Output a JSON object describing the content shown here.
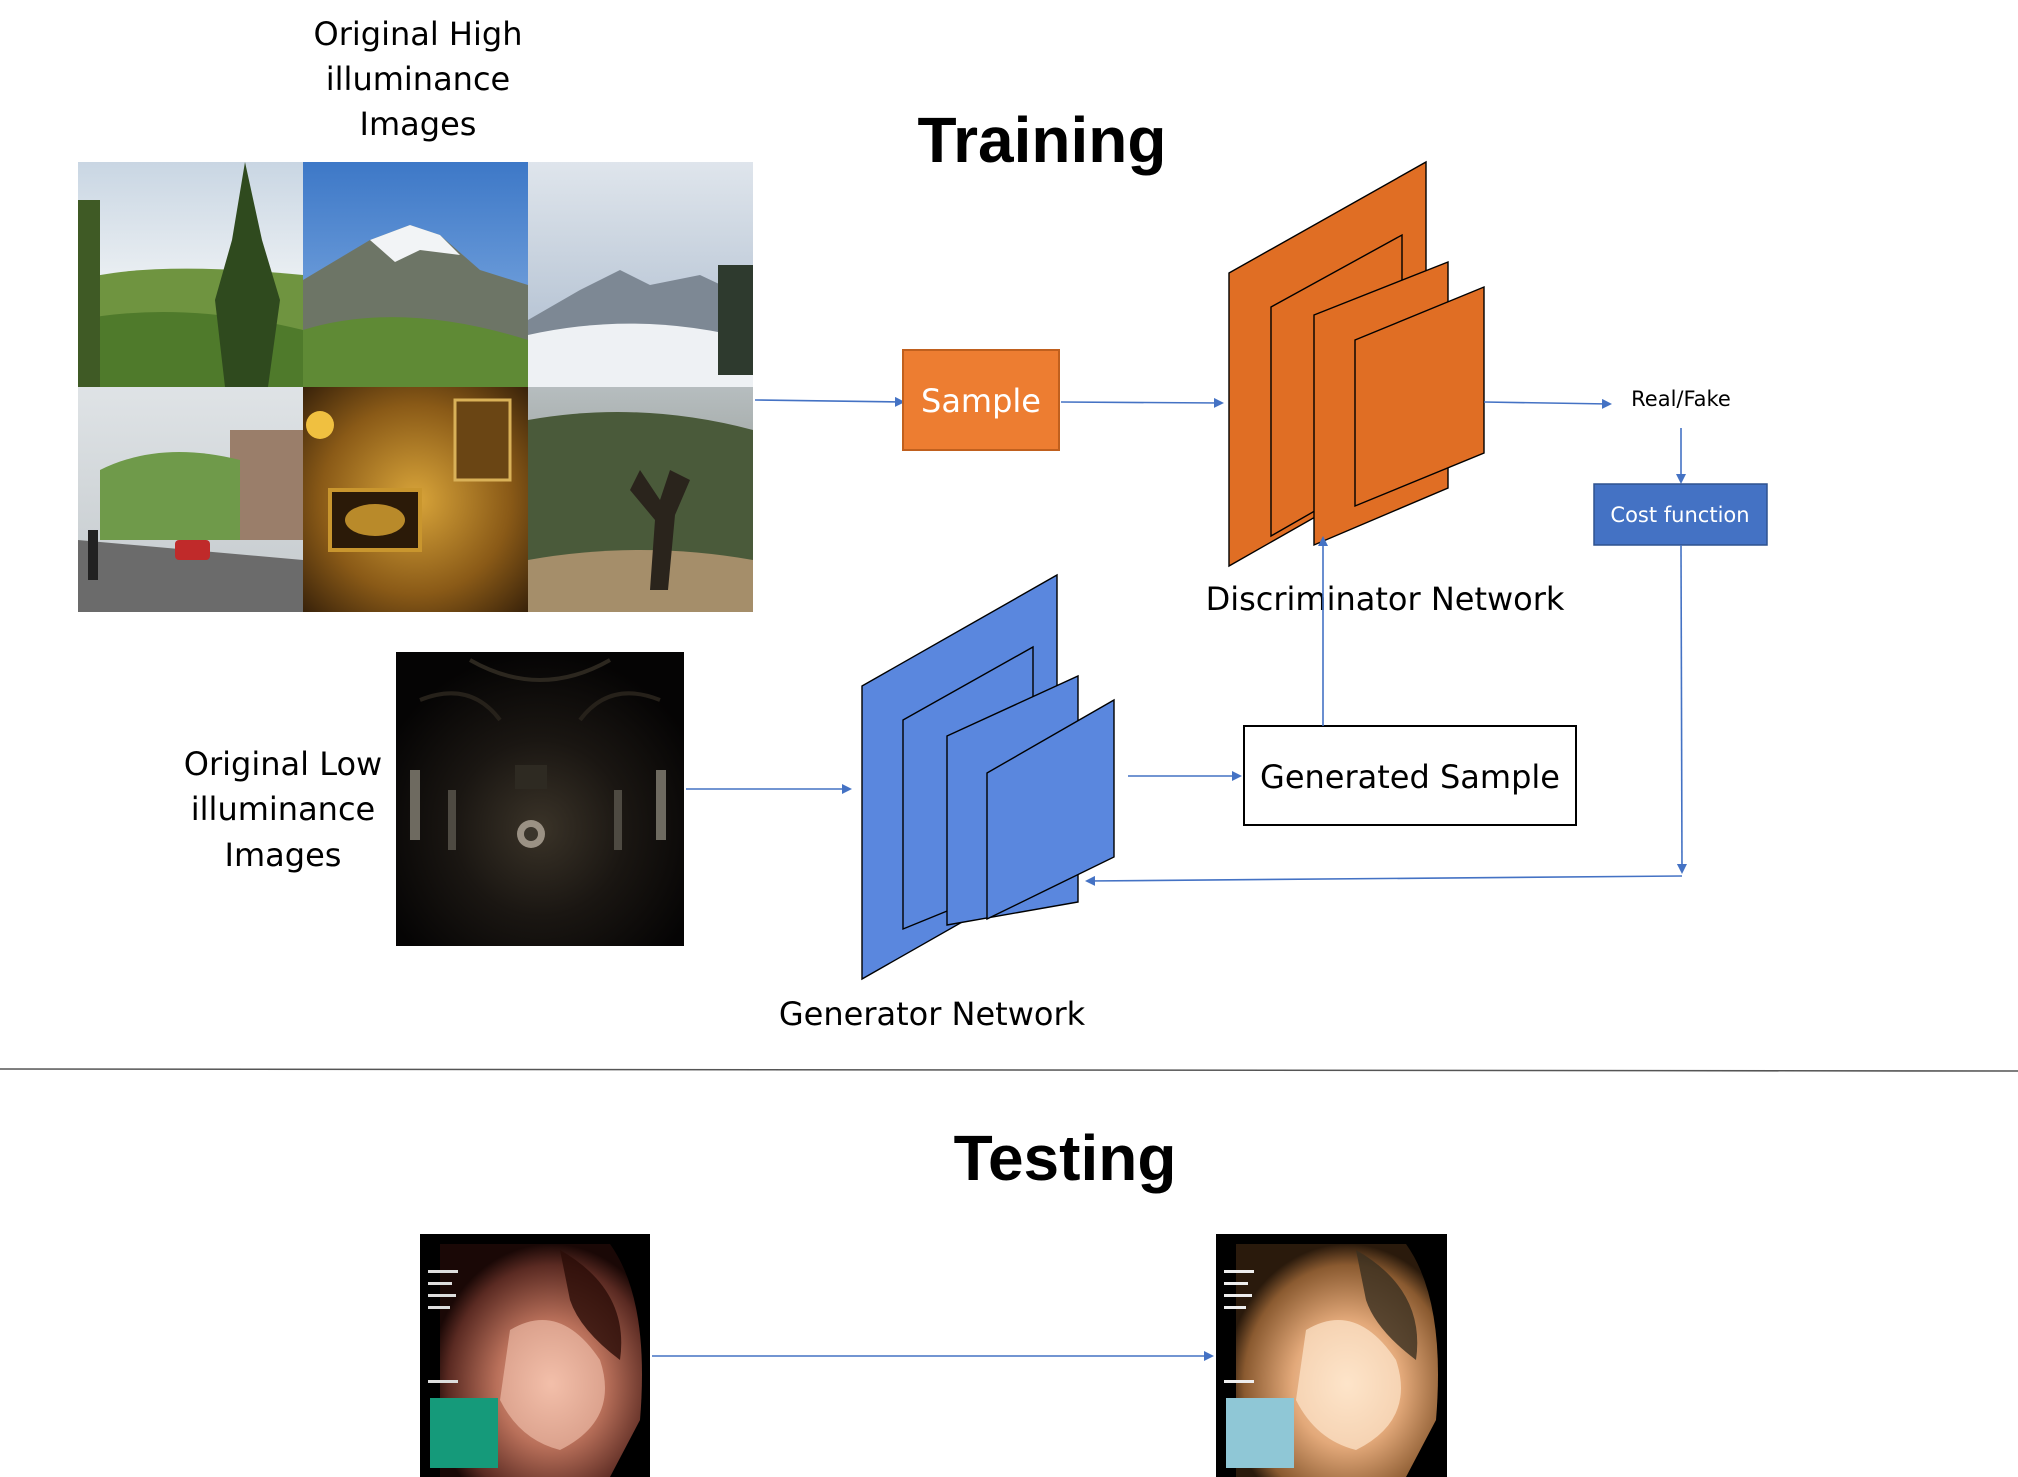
{
  "training": {
    "title": "Training",
    "high_images_label": [
      "Original High",
      "illuminance",
      "Images"
    ],
    "low_images_label": [
      "Original Low",
      "illuminance",
      "Images"
    ],
    "sample_label": "Sample",
    "discriminator_label": "Discriminator Network",
    "generator_label": "Generator Network",
    "generated_sample_label": "Generated Sample",
    "real_fake_label": "Real/Fake",
    "cost_function_label": "Cost function"
  },
  "testing": {
    "title": "Testing"
  },
  "colors": {
    "arrow": "#4472c4",
    "sample_fill": "#ed7d31",
    "discriminator_fill": "#e06e24",
    "generator_fill": "#5a87de",
    "cost_fill": "#4472c4",
    "divider": "#555555"
  },
  "icons": {
    "high_images": "photo-collage-icon",
    "low_image": "dark-church-photo-icon",
    "test_input": "endoscopy-dark-photo-icon",
    "test_output": "endoscopy-enhanced-photo-icon"
  }
}
